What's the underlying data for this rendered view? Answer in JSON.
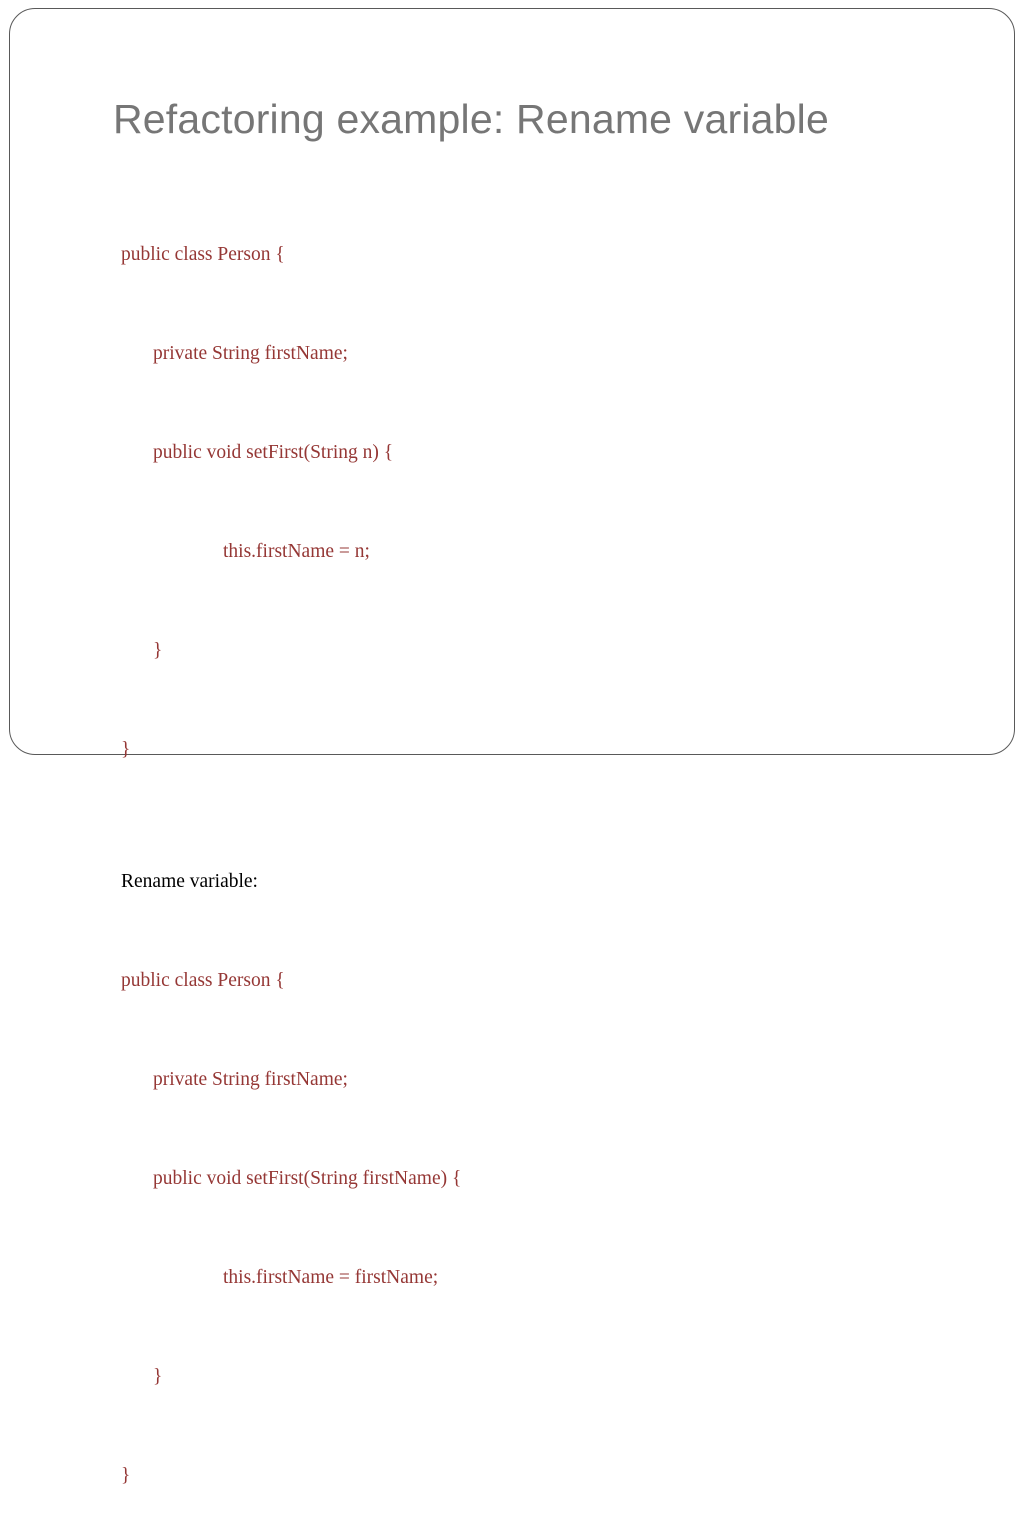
{
  "slide": {
    "title": "Refactoring example: Rename variable",
    "border_color": "#595959",
    "background_color": "#ffffff",
    "title_color": "#767676",
    "code_color": "#953735",
    "label_color": "#000000"
  },
  "body": {
    "before_code": {
      "lines": [
        {
          "text": "public class Person {",
          "indent": 0
        },
        {
          "text": "private String firstName;",
          "indent": 1
        },
        {
          "text": "public void setFirst(String n) {",
          "indent": 1
        },
        {
          "text": "this.firstName = n;",
          "indent": 2
        },
        {
          "text": "}",
          "indent": 1
        },
        {
          "text": "}",
          "indent": 0
        }
      ]
    },
    "separator_label": "Rename variable:",
    "after_code": {
      "lines": [
        {
          "text": "public class Person {",
          "indent": 0
        },
        {
          "text": "private String firstName;",
          "indent": 1
        },
        {
          "text": "public void setFirst(String firstName) {",
          "indent": 1
        },
        {
          "text": "this.firstName = firstName;",
          "indent": 2
        },
        {
          "text": "}",
          "indent": 1
        },
        {
          "text": "}",
          "indent": 0
        }
      ]
    }
  }
}
